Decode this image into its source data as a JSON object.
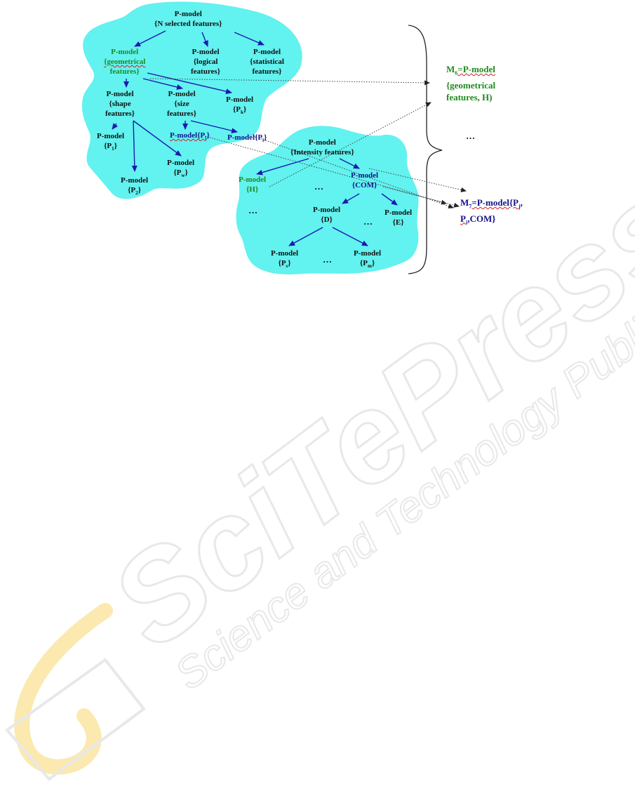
{
  "colors": {
    "cloud": "#62f2ef",
    "node_text": "#111111",
    "highlight_green": "#1f8a1f",
    "highlight_blue": "#12128a",
    "arrow": "#1a1ab0",
    "dotted_line": "#444444",
    "brace": "#222222",
    "watermark": "#e8e8e8",
    "watermark_logo": "#fbe9b0"
  },
  "watermark": {
    "brand": "SciTePress",
    "tagline": "Science and Technology Publications"
  },
  "left_tree": {
    "root": {
      "line1": "P-model",
      "line2": "{N selected features}"
    },
    "geometrical": {
      "line1": "P-model",
      "line2": "{geometrical",
      "line3": "features}"
    },
    "logical": {
      "line1": "P-model",
      "line2": "{logical",
      "line3": "features}"
    },
    "statistical": {
      "line1": "P-model",
      "line2": "{statistical",
      "line3": "features}"
    },
    "shape": {
      "line1": "P-model",
      "line2": "{shape",
      "line3": "features}"
    },
    "size": {
      "line1": "P-model",
      "line2": "{size",
      "line3": "features}"
    },
    "pk": {
      "line1": "P-model",
      "line2": "{P",
      "sub": "k",
      "line2_end": "}"
    },
    "p1": {
      "line1": "P-model",
      "line2": "{P",
      "sub": "1",
      "line2_end": "}"
    },
    "p2": {
      "line1": "P-model",
      "line2": "{P",
      "sub": "2",
      "line2_end": "}"
    },
    "pw": {
      "line1": "P-model",
      "line2": "{P",
      "sub": "w",
      "line2_end": "}"
    },
    "pj": {
      "text": "P-model{P",
      "sub": "j",
      "end": "}"
    },
    "pi": {
      "text": "P-model{P",
      "sub": "i",
      "end": "}"
    }
  },
  "right_tree": {
    "root": {
      "line1": "P-model",
      "line2": "{Intensity features}"
    },
    "h": {
      "line1": "P-model",
      "line2": "{H}"
    },
    "com": {
      "line1": "P-model",
      "line2": "{COM}"
    },
    "d": {
      "line1": "P-model",
      "line2": "{D}"
    },
    "e": {
      "line1": "P-model",
      "line2": "{E}"
    },
    "ps": {
      "line1": "P-model",
      "line2": "{P",
      "sub": "s",
      "line2_end": "}"
    },
    "pm": {
      "line1": "P-model",
      "line2": "{P",
      "sub": "m",
      "line2_end": "}"
    },
    "ellipsis": "…"
  },
  "results": {
    "m6": {
      "prefix": "M",
      "sub": "6",
      "line1_rest": "=P-model",
      "line2": "{geometrical",
      "line3": "features, H)"
    },
    "between": "…",
    "m7": {
      "prefix": "M",
      "sub": "7",
      "line1_rest": "=P-model{P",
      "sub2": "j",
      "line1_end": ",",
      "line2_start": "P",
      "sub3": "i",
      "line2_rest": ",COM}"
    }
  }
}
